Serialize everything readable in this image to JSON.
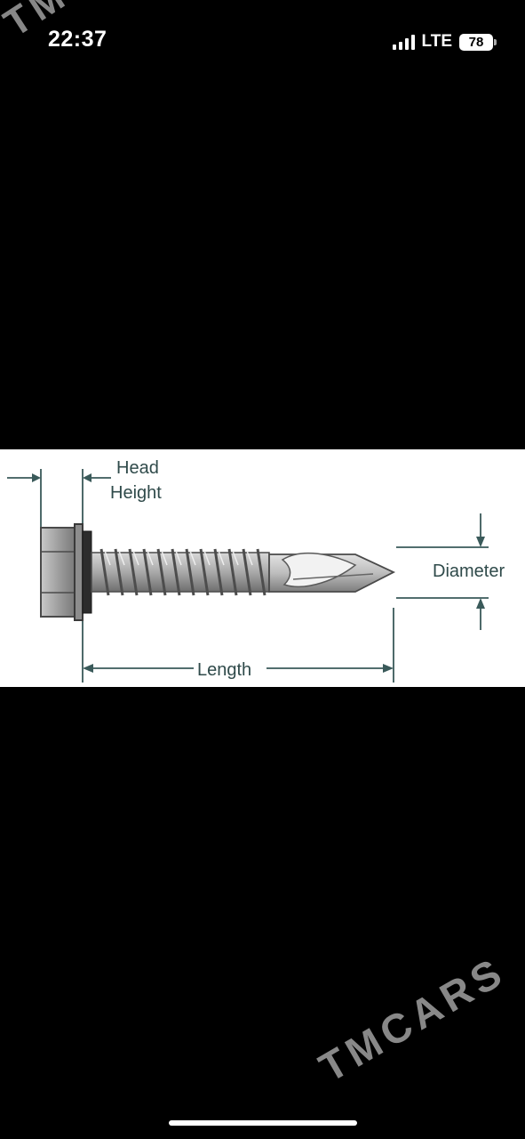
{
  "status_bar": {
    "time": "22:37",
    "network": "LTE",
    "battery": "78",
    "signal_icon": "signal-bars-icon"
  },
  "watermarks": {
    "top": "TMCARS",
    "bottom": "TMCARS"
  },
  "diagram": {
    "head_label": "Head",
    "height_label": "Height",
    "diameter_label": "Diameter",
    "length_label": "Length",
    "line_color": "#3a5a5a"
  },
  "home_indicator": "home-indicator"
}
